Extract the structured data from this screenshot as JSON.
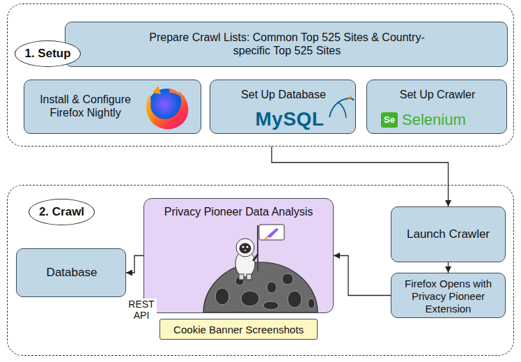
{
  "diagram": {
    "nodes": [
      {
        "text": [
          "1. Setup"
        ]
      },
      {
        "text": [
          "Prepare Crawl Lists: Common Top 525 Sites & Country-specific Top 525 Sites"
        ],
        "in": 0
      },
      {
        "text": [
          "Install & Configure Firefox Nightly"
        ],
        "in": 0
      },
      {
        "text": [
          "Set Up Database",
          "MySQL"
        ],
        "in": 0
      },
      {
        "text": [
          "Set Up Crawler",
          "Se",
          "Selenium"
        ],
        "in": 0
      },
      {
        "text": [
          "2. Crawl"
        ]
      },
      {
        "text": [
          "Database"
        ],
        "in": 5
      },
      {
        "text": [
          "Privacy Pioneer Data Analysis"
        ],
        "in": 5
      },
      {
        "text": [
          "Cookie Banner Screenshots"
        ],
        "in": 5
      },
      {
        "text": [
          "Launch Crawler"
        ],
        "in": 5
      },
      {
        "text": [
          "Firefox Opens with Privacy Pioneer Extension"
        ],
        "in": 5
      }
    ],
    "edges": [
      {
        "from": 0,
        "to": 9,
        "arrow": "to"
      },
      {
        "from": 9,
        "to": 10,
        "arrow": "to"
      },
      {
        "from": 10,
        "to": 7,
        "arrow": "to"
      },
      {
        "from": 7,
        "to": 6,
        "arrow": "to",
        "label": "REST API"
      }
    ]
  }
}
